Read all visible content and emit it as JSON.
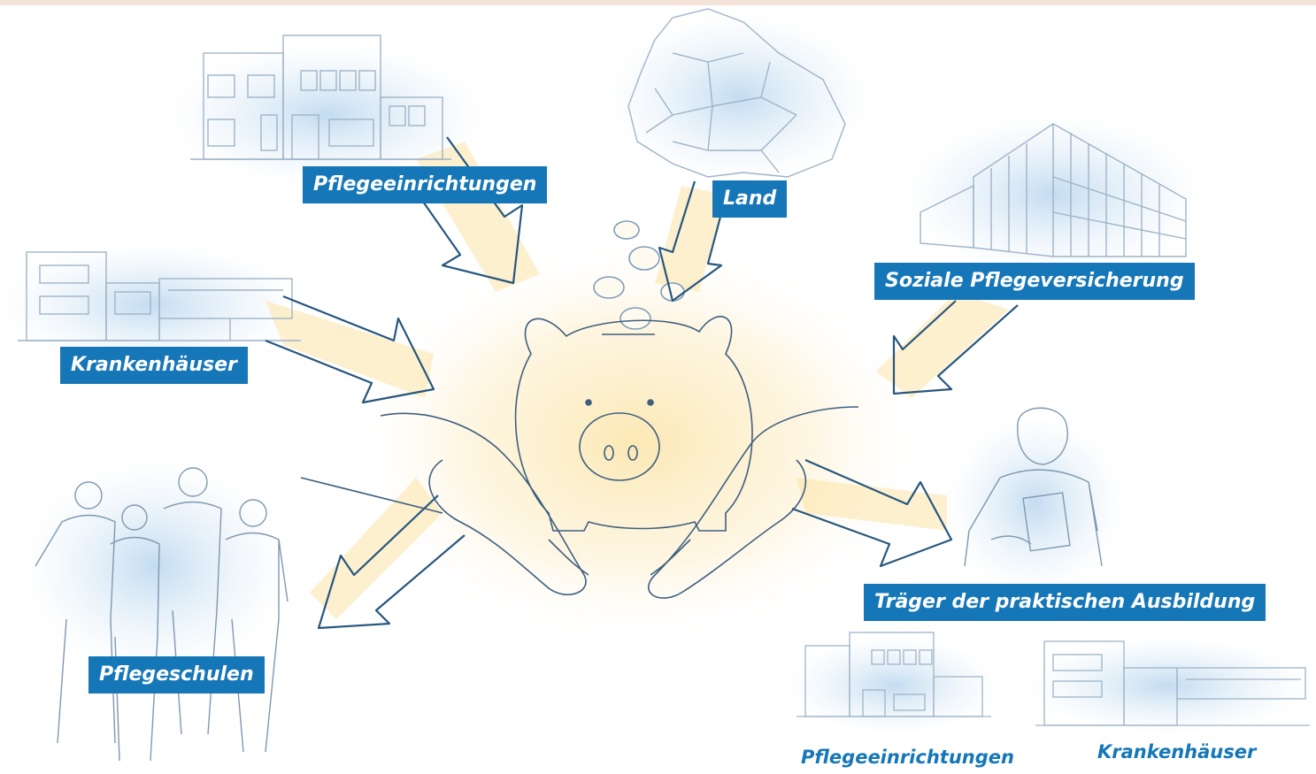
{
  "theme": {
    "label_bg": "#1677b8",
    "label_text": "#ffffff",
    "caption_color": "#1677b8",
    "sketch_line": "#9fb4c8",
    "wash_blue": "#b9d6ee",
    "wash_yellow": "#fbe7b0",
    "arrow_stroke": "#27577e"
  },
  "labels": {
    "pflegeeinrichtungen": "Pflegeeinrichtungen",
    "land": "Land",
    "soziale_pflegeversicherung": "Soziale Pflegeversicherung",
    "krankenhaeuser": "Krankenhäuser",
    "pflegeschulen": "Pflegeschulen",
    "traeger": "Träger der praktischen Ausbildung"
  },
  "captions": {
    "pflegeeinrichtungen": "Pflegeeinrichtungen",
    "krankenhaeuser": "Krankenhäuser"
  },
  "icons": {
    "center": "piggy-bank-with-hands-icon",
    "coins": "coins-icon",
    "map": "germany-states-map-icon",
    "care_facility": "care-facility-building-icon",
    "hospital": "hospital-building-icon",
    "insurance": "office-building-icon",
    "students": "students-group-icon",
    "trainer": "woman-with-clipboard-icon",
    "arrow": "arrow-icon"
  }
}
